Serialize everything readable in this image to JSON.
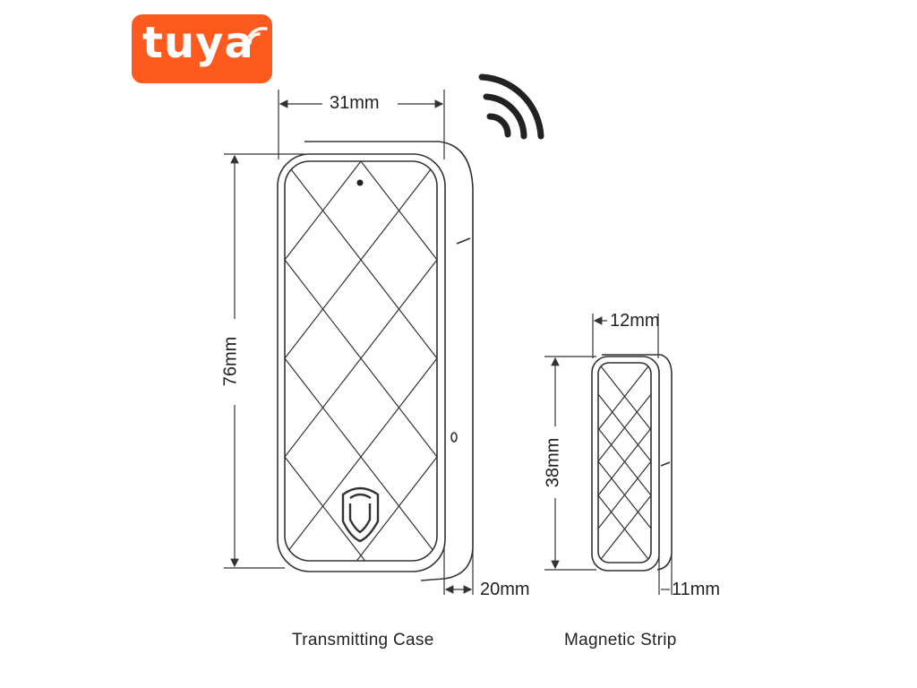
{
  "logo": {
    "text": "tuya",
    "color": "#ff5a1e",
    "text_color": "#ffffff"
  },
  "icons": {
    "wireless": "wireless-signal-icon",
    "shield": "shield-icon"
  },
  "transmitting_case": {
    "caption": "Transmitting Case",
    "width_label": "31mm",
    "height_label": "76mm",
    "depth_label": "20mm"
  },
  "magnetic_strip": {
    "caption": "Magnetic Strip",
    "width_label": "12mm",
    "height_label": "38mm",
    "depth_label": "11mm"
  },
  "colors": {
    "line": "#333333",
    "accent": "#ff5a1e"
  }
}
